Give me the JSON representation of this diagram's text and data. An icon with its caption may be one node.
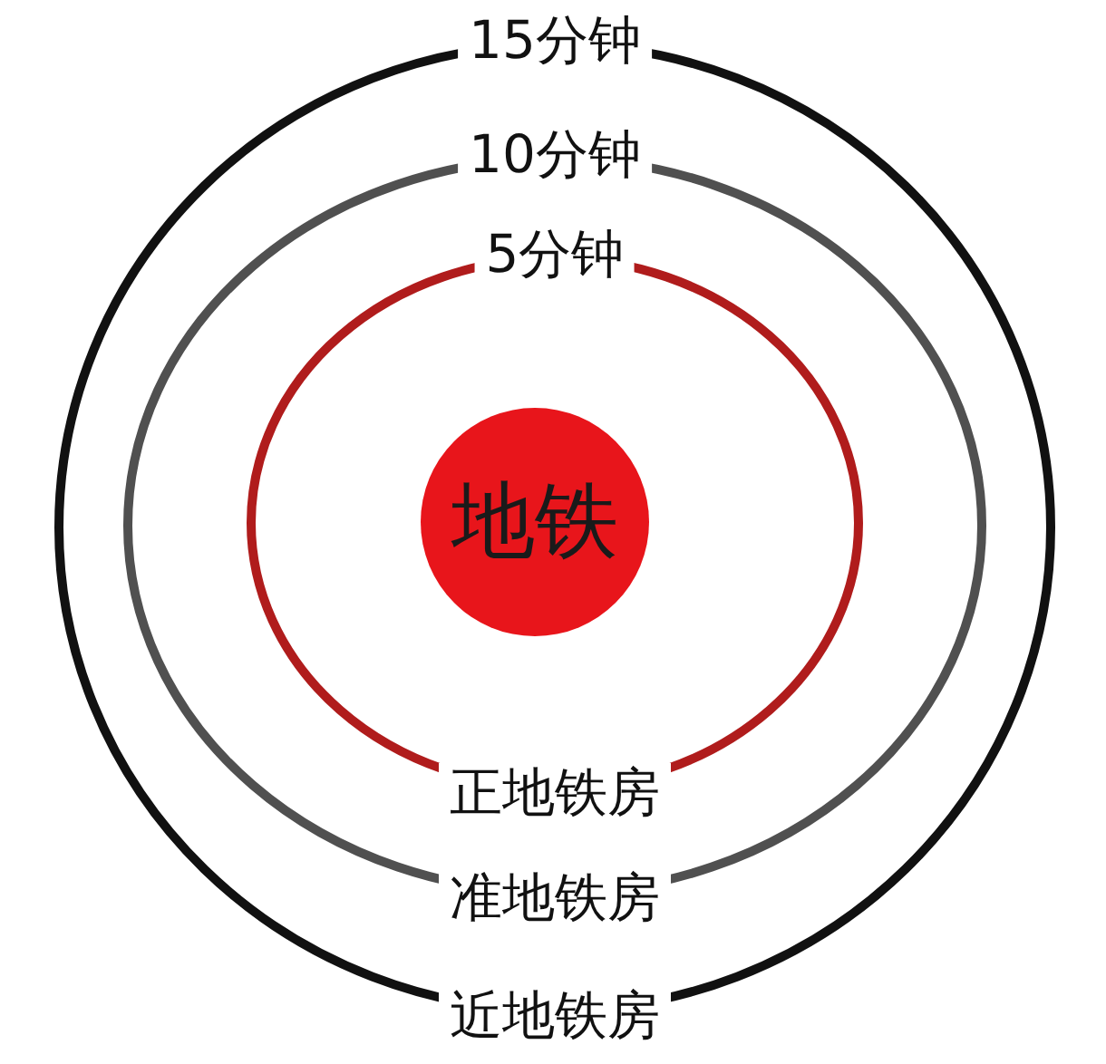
{
  "diagram": {
    "nodes": [
      {
        "text": [
          "15分钟",
          "近地铁房"
        ]
      },
      {
        "text": [
          "10分钟",
          "准地铁房"
        ],
        "in": 0
      },
      {
        "text": [
          "5分钟",
          "正地铁房"
        ],
        "in": 1
      },
      {
        "text": [
          "地铁"
        ],
        "in": 2
      }
    ]
  }
}
